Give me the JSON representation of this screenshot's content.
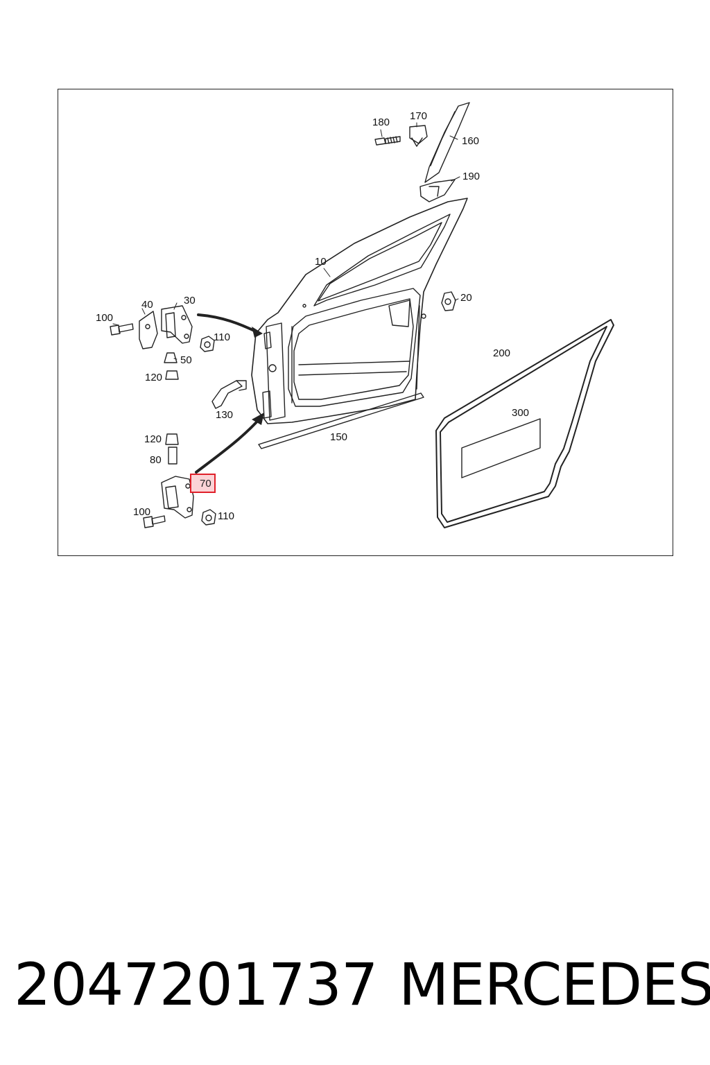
{
  "diagram": {
    "callouts": {
      "c10": "10",
      "c20": "20",
      "c30": "30",
      "c40": "40",
      "c50": "50",
      "c70": "70",
      "c80": "80",
      "c100a": "100",
      "c100b": "100",
      "c110a": "110",
      "c110b": "110",
      "c120a": "120",
      "c120b": "120",
      "c130": "130",
      "c150": "150",
      "c160": "160",
      "c170": "170",
      "c180": "180",
      "c190": "190",
      "c200": "200",
      "c300": "300"
    },
    "highlighted_callout": "70",
    "colors": {
      "highlight_border": "#e0202a",
      "highlight_fill": "#fbd3d6",
      "line": "#222222"
    }
  },
  "footer": {
    "part_number": "2047201737",
    "brand": "MERCEDES"
  }
}
